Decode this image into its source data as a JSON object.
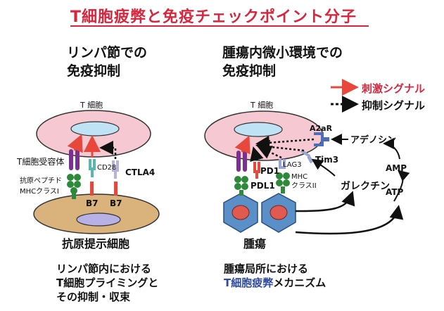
{
  "title": "T細胞疲弊と免疫チェックポイント分子",
  "left": {
    "heading_line1": "リンパ節での",
    "heading_line2": "免疫抑制",
    "t_cell_label": "T 細胞",
    "tcr_label": "T細胞受容体",
    "peptide_line1": "抗原ペプチド",
    "peptide_line2": "MHCクラスI",
    "cd28_label": "CD28",
    "ctla4_label": "CTLA4",
    "b7_left": "B7",
    "b7_right": "B7",
    "apc_label": "抗原提示細胞",
    "footer_line1": "リンパ節内における",
    "footer_line2": "T細胞プライミングと",
    "footer_line3": "その抑制・収束"
  },
  "right": {
    "heading_line1": "腫瘍内微小環境での",
    "heading_line2": "免疫抑制",
    "t_cell_label": "T 細胞",
    "a2ar_label": "A2aR",
    "tim3_label": "Tim3",
    "pd1_label": "PD1",
    "pdl1_label": "PDL1",
    "lag3_label": "LAG3",
    "mhc_line1": "MHC",
    "mhc_line2": "クラスII",
    "adenosine_label": "アデノシン",
    "amp_label": "AMP",
    "atp_label": "ATP",
    "galectin_label": "ガレクチン",
    "tumor_label": "腫瘍",
    "footer_line1": "腫瘍局所における",
    "footer_line2_highlight": "T細胞疲弊",
    "footer_line2_rest": "メカニズム"
  },
  "legend": {
    "stimulatory": "刺激シグナル",
    "inhibitory": "抑制シグナル"
  },
  "colors": {
    "title": "#d7263d",
    "tcell_fill": "#f6c9d2",
    "tcell_inner": "#bfe3f4",
    "apc_fill": "#d9b27c",
    "apc_inner": "#b7b1e6",
    "tumor_fill": "#5b8fc7",
    "tumor_nucleus": "#e05a4f",
    "stimulatory_arrow": "#e8483b",
    "inhibitory_arrow": "#111111",
    "mhc_green": "#2e8a3a",
    "receptor_purple": "#7b2f8f",
    "cd28_teal": "#59b7b0",
    "a2ar_blue": "#4a6fb7",
    "tim3_gray": "#9aa7cf",
    "footer_highlight": "#2e4a9e"
  }
}
